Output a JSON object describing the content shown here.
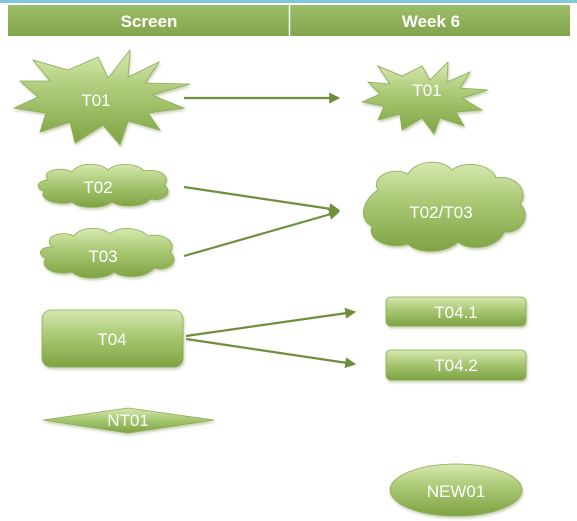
{
  "header": {
    "left_column": "Screen",
    "right_column": "Week 6"
  },
  "nodes": {
    "t01_left": "T01",
    "t02": "T02",
    "t03": "T03",
    "t04": "T04",
    "nt01": "NT01",
    "t01_right": "T01",
    "t02_t03": "T02/T03",
    "t04_1": "T04.1",
    "t04_2": "T04.2",
    "new01": "NEW01"
  },
  "colors": {
    "header_fill": "#8dae58",
    "shape_light": "#cfe3a6",
    "shape_mid": "#a6c770",
    "shape_dark": "#7c9f3f",
    "arrow": "#6f8f3c",
    "top_accent": "#7fc9d8"
  }
}
